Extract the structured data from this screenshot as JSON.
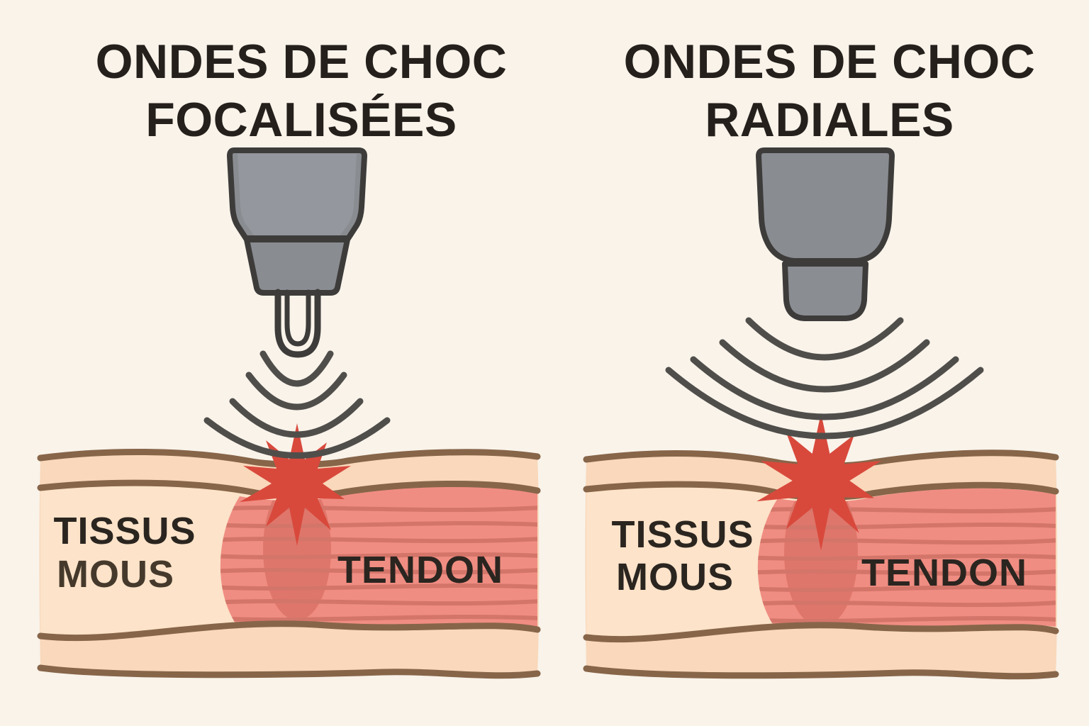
{
  "panels": {
    "focused": {
      "title_line1": "ONDES DE CHOC",
      "title_line2": "FOCALISÉES",
      "tissue_labels": {
        "soft1": "TISSUS",
        "soft2": "MOUS",
        "tendon": "TENDON"
      }
    },
    "radial": {
      "title_line1": "ONDES DE CHOC",
      "title_line2": "RADIALES",
      "tissue_labels": {
        "soft1": "TISSUS",
        "soft2": "MOUS",
        "tendon": "TENDON"
      }
    }
  },
  "colors": {
    "background": "#f9f3ea",
    "title_text": "#25201c",
    "label_text": "#2b2520",
    "label_text_soft": "#45392c",
    "device_body": "#898c91",
    "device_body_light": "#94979d",
    "device_tip": "#8a8d92",
    "device_outline": "#3d3c3a",
    "wave_arc": "#504e4b",
    "impact_star": "#d8493c",
    "impact_shadow": "#c65548",
    "skin": "#f9d8bb",
    "soft_tissue": "#fce3c9",
    "tissue_outline": "#876549",
    "tendon": "#f08d82",
    "tendon_stripe": "#d4756a"
  }
}
